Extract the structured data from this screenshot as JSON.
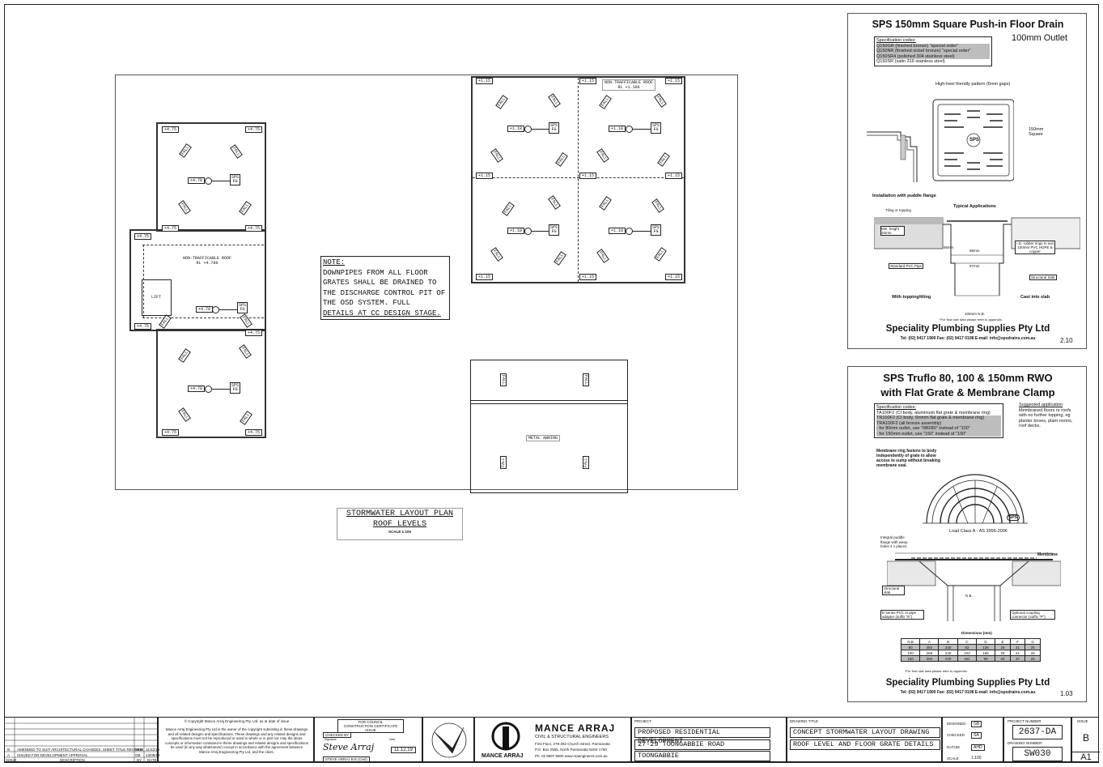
{
  "plan": {
    "title_line1": "STORMWATER LAYOUT PLAN",
    "title_line2": "ROOF LEVELS",
    "scale": "SCALE 1:100",
    "note": [
      "NOTE:",
      "DOWNPIPES FROM ALL FLOOR",
      "GRATES SHALL BE DRAINED TO",
      "THE DISCHARGE CONTROL PIT OF",
      "THE OSD SYSTEM. FULL",
      "DETAILS AT CC DESIGN STAGE."
    ],
    "left_building": {
      "rl": "+4.75",
      "rl_mid": "+4.78",
      "roof_label": "NON-TRAFFICABLE ROOF",
      "roof_rl": "RL +4.700",
      "lift": "LIFT",
      "fall": "FALL",
      "sps_line1": "SPS",
      "sps_line2": "FG"
    },
    "right_building": {
      "rl": "+1.15",
      "rl_mid": "+1.18",
      "roof_label": "NON-TRAFFICABLE ROOF",
      "roof_rl": "RL +1.100",
      "fall": "FALL"
    },
    "awning": {
      "label": "METAL AWNING",
      "fall": "FALL"
    }
  },
  "panel1": {
    "title": "SPS 150mm Square Push-in Floor Drain",
    "subtitle": "100mm Outlet",
    "spec_header": "Specification codes:",
    "spec_items": [
      "Q150GR (finished bronze) \"special order\"",
      "Q150NR (finished nickel bronze) \"special order\"",
      "Q150SR4 (polished 304 stainless steel)",
      "Q150SR (satin 316 stainless steel)"
    ],
    "pattern_label": "High-heel friendly pattern (6mm gaps)",
    "square_label": "150mm Square",
    "grate_text": "SPS",
    "install_label": "Installation with puddle flange",
    "typical_label": "Typical Applications",
    "tiling_label": "Tiling or topping",
    "min_height": "Min. height 20mm",
    "dim_65": "65mm",
    "dim_88": "88mm",
    "dim_97": "97mm",
    "rubber_ring": "I.D. rubber rings to suit 100mm PVC HDPE & copper",
    "standard_pipe": "Standard PVC Pipe",
    "structural_slab": "Structural Slab",
    "with_topping": "With topping/tiling",
    "cast_into": "Cast into slab",
    "dim_100": "100mm N.B.",
    "flow_note": "*For flow rate data please refer to appendix.",
    "company": "Speciality Plumbing Supplies Pty Ltd",
    "contact": "Tel: (02) 9417 1900  Fax: (02) 9417 0108  E-mail: info@spsdrains.com.au",
    "page": "2.10"
  },
  "panel2": {
    "title_line1": "SPS Truflo 80, 100 & 150mm RWO",
    "title_line2": "with Flat Grate & Membrane Clamp",
    "spec_header": "Specification codes:",
    "spec_items": [
      "TA100F2 (CI body, aluminium flat grate & membrane ring)",
      "TR100F2 (CI body, 6mmm flat grate & membrane ring)",
      "TRA100F2 (all bronze assembly)",
      "- for 80mm outlet, use \"080/80\" instead of \"100\"",
      "- for 150mm outlet, use \"150\" instead of \"100\""
    ],
    "suggested_header": "Suggested application",
    "suggested_text": "Membraned floors or roofs with no further topping, eg planter boxes, plant rooms, roof decks.",
    "membrane_note": "Membrane ring fastens to body independently of grate to allow access to sump without breaking membrane seal.",
    "grate_text": "SPS",
    "load_class": "Load Class A - AS 3996-2006",
    "puddle_note": "Integral puddle flange with weep holes 4 x places.",
    "membrane": "Membrane",
    "structural_slab": "Structural slab",
    "epipe": "E-series PVC m-pipe adapter (suffix \"E\")",
    "coupling": "Optional coupling connector (suffix \"P\")",
    "nb": "N.B.",
    "dims_title": "Dimensions (mm)",
    "dims_headers": [
      "N.B",
      "A",
      "B",
      "C",
      "D",
      "E",
      "F",
      "G"
    ],
    "dims_rows": [
      [
        "80",
        "250",
        "240",
        "83",
        "136",
        "25",
        "41",
        "25"
      ],
      [
        "100",
        "268",
        "240",
        "103",
        "156",
        "26",
        "41",
        "25"
      ],
      [
        "150",
        "250",
        "240",
        "161",
        "90",
        "28",
        "37",
        "25"
      ]
    ],
    "flow_note": "*For flow rate data please refer to appendix.",
    "company": "Speciality Plumbing Supplies Pty Ltd",
    "contact": "Tel: (02) 9417 1900  Fax: (02) 9417 0108  E-mail: info@spsdrains.com.au",
    "page": "1.03"
  },
  "title_block": {
    "revisions": [
      {
        "issue": "B",
        "desc": "AMENDED TO SUIT ARCHITECTURAL CHANGES. SHEET TITLE REVISED",
        "by": "MHB",
        "date": "11/12/19"
      },
      {
        "issue": "A",
        "desc": "ISSUED FOR DEVELOPMENT APPROVAL",
        "by": "GB",
        "date": "13/08/19"
      }
    ],
    "rev_headers": {
      "issue": "ISSUE",
      "desc": "DESCRIPTION",
      "by": "BY",
      "date": "DATE"
    },
    "copyright_title": "Copyright Mance Arraj Engineering Pty. Ltd. as at date of issue",
    "copyright_text": "Mance Arraj Engineering Pty Ltd is the owner of the copyright subsisting in these drawings and all related designs and specifications. These drawings and any related designs and specifications must not be reproduced or used in whole or in part nor may the ideas concepts or information contained in these drawings and related designs and specifications be used (in any way whatsoever) except in accordance with the agreement between Mance Arraj Engineering Pty Ltd. and the client.",
    "council_line1": "FOR COUNCIL",
    "council_line2": "CONSTRUCTION CERTIFICATE ISSUE",
    "checked_by": "CHECKED BY",
    "signature": "Signature",
    "date_label": "Date",
    "signature_name": "Steve Arraj",
    "signer": "STEVE ARRAJ  B.E.(Civil)",
    "sign_date": "11.12.19",
    "firm_name": "MANCE ARRAJ",
    "firm_sub": "CIVIL & STRUCTURAL ENGINEERS",
    "firm_addr1": "First Floor, 278-282 Church Street, Parramatta",
    "firm_addr2": "P.O. Box 2555, North Parramatta NSW 1750",
    "firm_contact": "Ph: 02 9897 9800  www.maengineers.com.au",
    "logo_text": "MANCE ARRAJ",
    "project_label": "PROJECT",
    "project_lines": [
      "PROPOSED RESIDENTIAL DEVELOPMENT",
      "27-29 TOONGABBIE ROAD",
      "TOONGABBIE"
    ],
    "drawing_title_label": "DRAWING TITLE",
    "drawing_title_lines": [
      "CONCEPT STORMWATER LAYOUT DRAWING",
      "ROOF LEVEL AND FLOOR GRATE DETAILS"
    ],
    "designed_label": "DESIGNED",
    "designed": "GB",
    "checked_label": "CHECKED",
    "checked": "SA",
    "datum_label": "DATUM",
    "datum": "AHD",
    "scale_label": "SCALE",
    "scale": "1:100",
    "project_number_label": "PROJECT NUMBER",
    "project_number": "2637-DA",
    "drawing_number_label": "DRAWING NUMBER",
    "drawing_number": "SW030",
    "issue_label": "ISSUE",
    "issue": "B",
    "size": "A1"
  }
}
